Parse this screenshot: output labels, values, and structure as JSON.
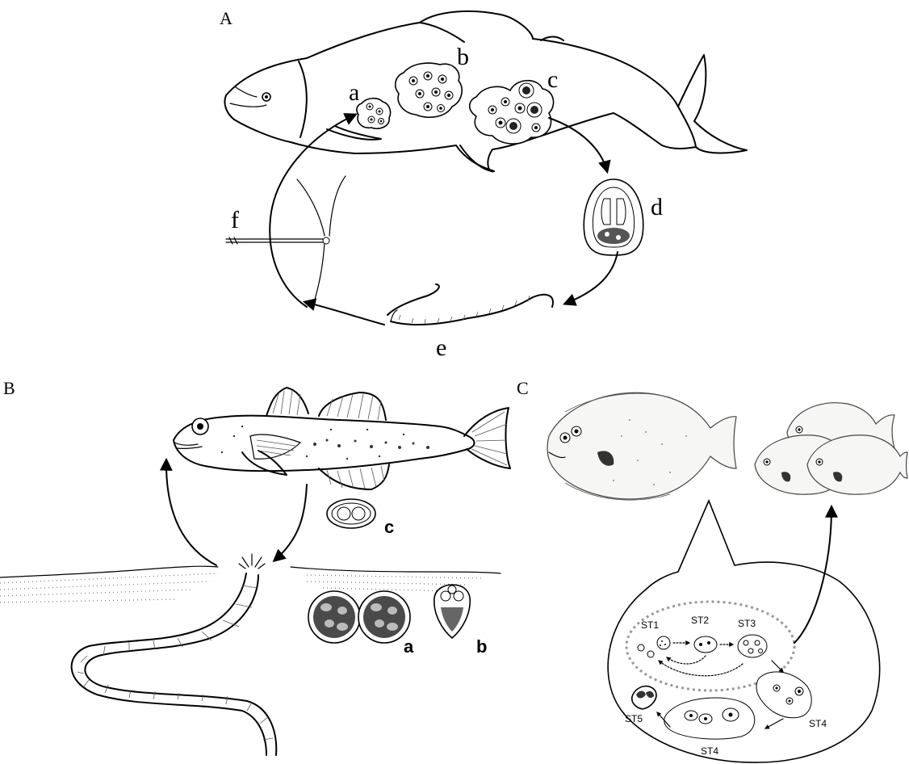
{
  "panels": {
    "A": {
      "label": "A",
      "stages": [
        "a",
        "b",
        "c",
        "d",
        "e",
        "f"
      ]
    },
    "B": {
      "label": "B",
      "stages": [
        "a",
        "b",
        "c"
      ]
    },
    "C": {
      "label": "C",
      "stages": [
        "ST1",
        "ST2",
        "ST3",
        "ST4",
        "ST4",
        "ST5"
      ]
    }
  }
}
